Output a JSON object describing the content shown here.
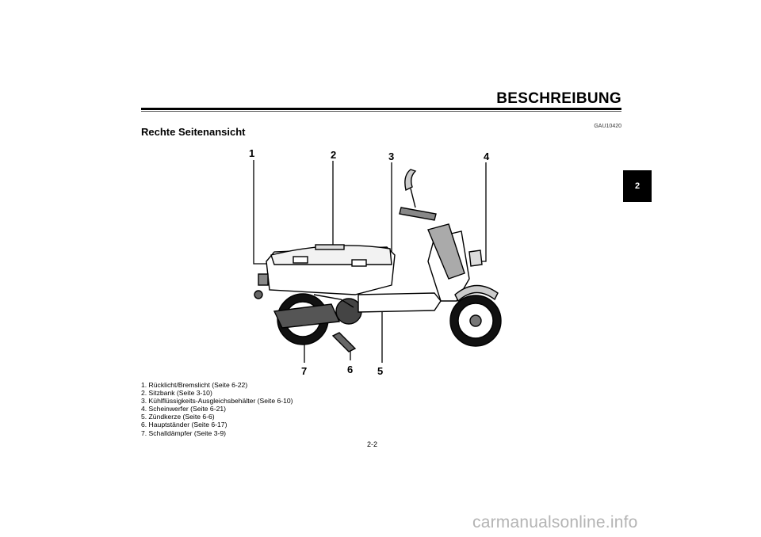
{
  "header": {
    "title": "BESCHREIBUNG"
  },
  "chapter_tab": "2",
  "doc_code": "GAU10420",
  "section_title": "Rechte Seitenansicht",
  "callouts": [
    "1",
    "2",
    "3",
    "4",
    "5",
    "6",
    "7"
  ],
  "parts": [
    "1. Rücklicht/Bremslicht (Seite 6-22)",
    "2. Sitzbank (Seite 3-10)",
    "3. Kühlflüssigkeits-Ausgleichsbehälter (Seite 6-10)",
    "4. Scheinwerfer (Seite 6-21)",
    "5. Zündkerze (Seite 6-6)",
    "6. Hauptständer (Seite 6-17)",
    "7. Schalldämpfer (Seite 3-9)"
  ],
  "page_number": "2-2",
  "watermark": "carmanualsonline.info"
}
